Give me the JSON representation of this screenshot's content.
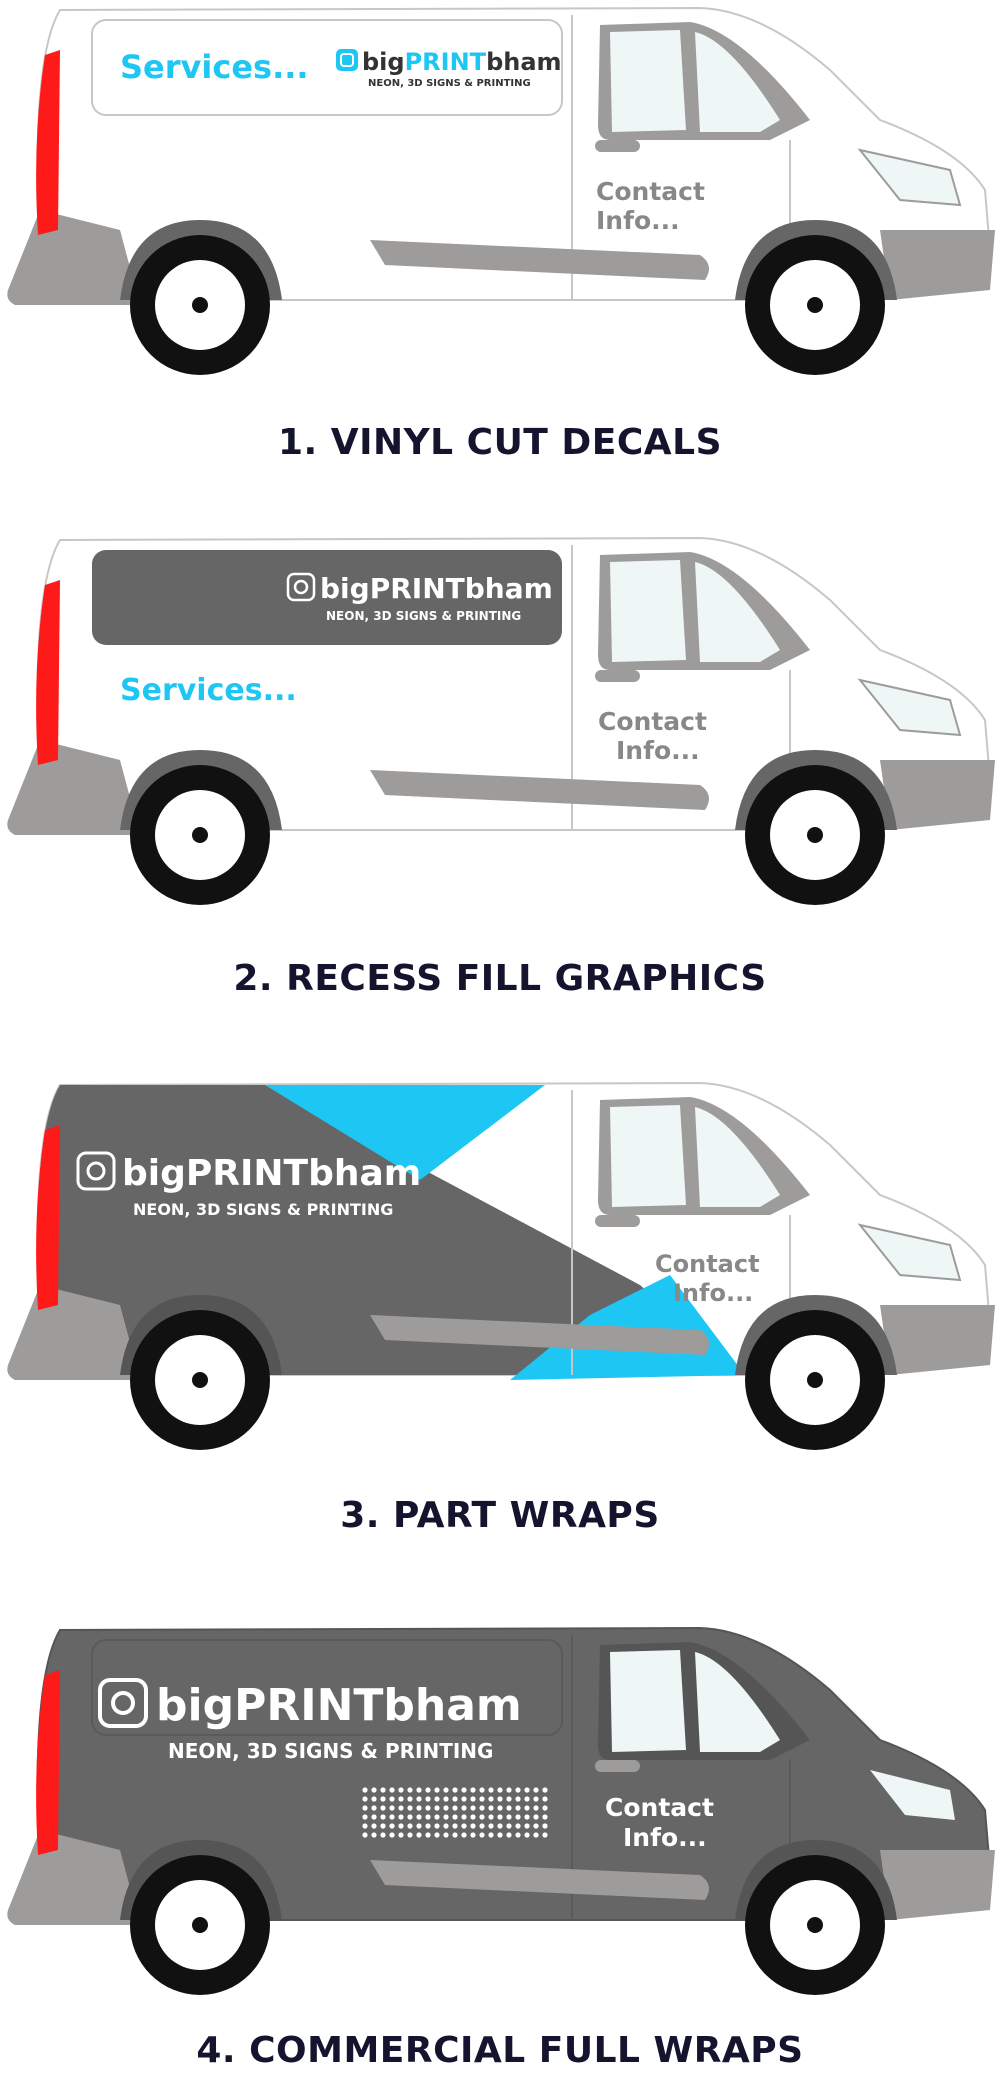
{
  "panels": [
    {
      "caption": "1. VINYL CUT DECALS",
      "services": "Services...",
      "contact_line1": "Contact",
      "contact_line2": "Info...",
      "brand_big": "big",
      "brand_print": "PRINT",
      "brand_bham": "bham",
      "tagline": "NEON, 3D SIGNS & PRINTING"
    },
    {
      "caption": "2. RECESS FILL GRAPHICS",
      "services": "Services...",
      "contact_line1": "Contact",
      "contact_line2": "Info...",
      "brand_big": "big",
      "brand_print": "PRINT",
      "brand_bham": "bham",
      "tagline": "NEON, 3D SIGNS & PRINTING"
    },
    {
      "caption": "3. PART WRAPS",
      "contact_line1": "Contact",
      "contact_line2": "Info...",
      "brand_big": "big",
      "brand_print": "PRINT",
      "brand_bham": "bham",
      "tagline": "NEON, 3D SIGNS & PRINTING"
    },
    {
      "caption": "4. COMMERCIAL FULL WRAPS",
      "contact_line1": "Contact",
      "contact_line2": "Info...",
      "brand_big": "big",
      "brand_print": "PRINT",
      "brand_bham": "bham",
      "tagline": "NEON, 3D SIGNS & PRINTING"
    }
  ],
  "colors": {
    "accent_cyan": "#1ec6f4",
    "body_gray": "#666666",
    "bumper_gray": "#9e9b9b",
    "tail_red": "#ff1a1a",
    "caption_navy": "#14142e"
  }
}
